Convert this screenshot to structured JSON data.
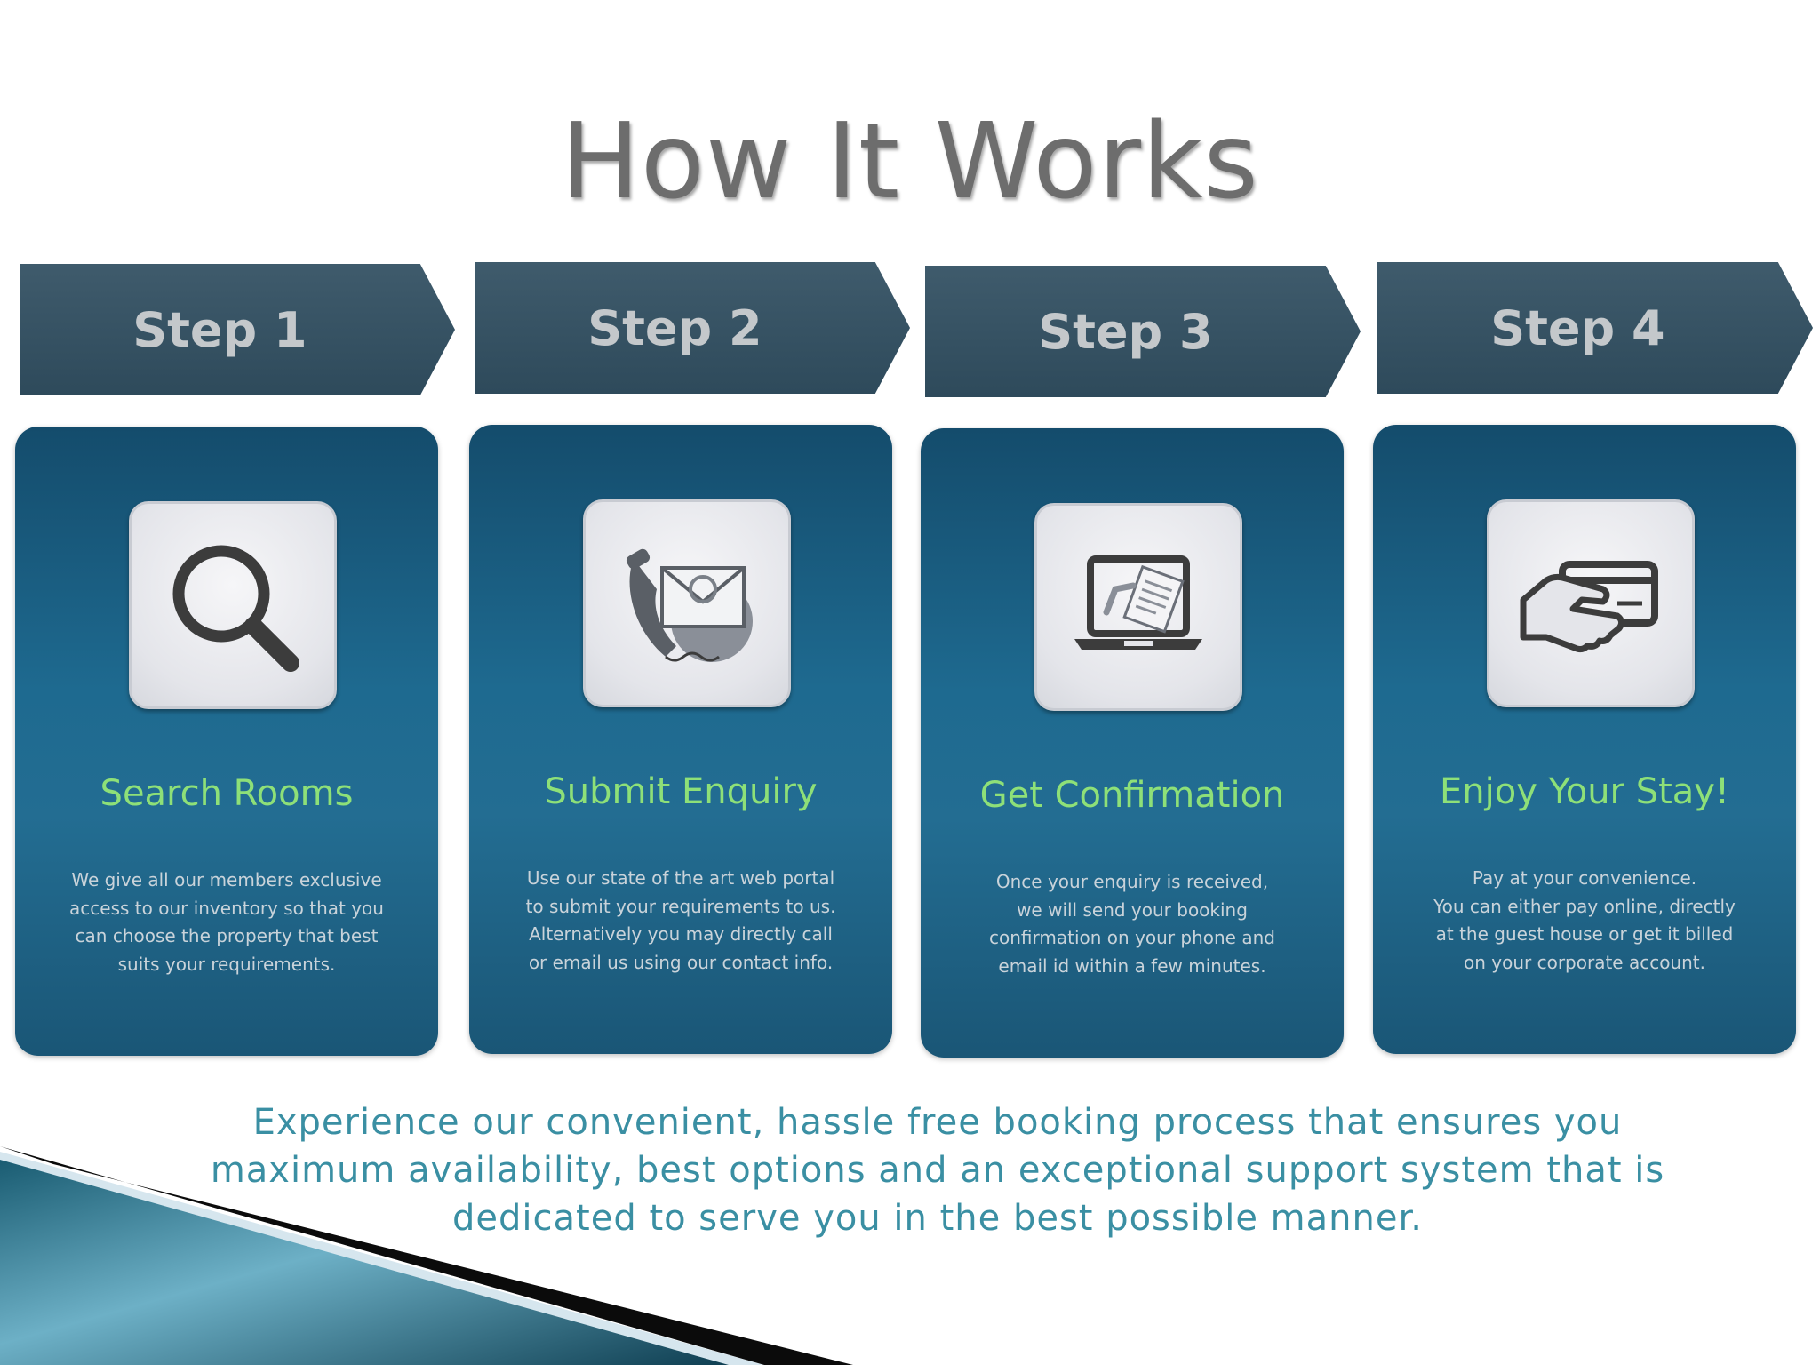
{
  "title": "How It Works",
  "steps": [
    {
      "banner": "Step 1",
      "icon": "magnifying-glass-icon",
      "title": "Search Rooms",
      "desc": [
        "We give all our members exclusive",
        "access to our inventory so that you",
        "can choose the property that best",
        "suits your requirements."
      ]
    },
    {
      "banner": "Step 2",
      "icon": "phone-email-icon",
      "title": "Submit Enquiry",
      "desc": [
        "Use our state of the art web portal",
        "to submit your requirements to us.",
        "Alternatively you may directly call",
        "or email us using our contact info."
      ]
    },
    {
      "banner": "Step 3",
      "icon": "laptop-document-icon",
      "title": "Get Confirmation",
      "desc": [
        "Once  your enquiry is received,",
        "we will send your booking",
        "confirmation on your phone and",
        "email id within a few minutes."
      ]
    },
    {
      "banner": "Step 4",
      "icon": "hand-card-icon",
      "title": "Enjoy Your Stay!",
      "desc": [
        "Pay at your convenience.",
        "You can either pay online, directly",
        "at the guest house or get it billed",
        "on your corporate account."
      ]
    }
  ],
  "footer": {
    "lines": [
      "Experience our convenient, hassle free booking process that ensures you",
      "maximum availability, best options and an exceptional support system that is",
      "dedicated to serve you in the best possible manner."
    ]
  },
  "colors": {
    "banner": "#3a5566",
    "card": "#1e6a90",
    "card_title": "#8ee078",
    "footer_text": "#3a8fa3"
  }
}
